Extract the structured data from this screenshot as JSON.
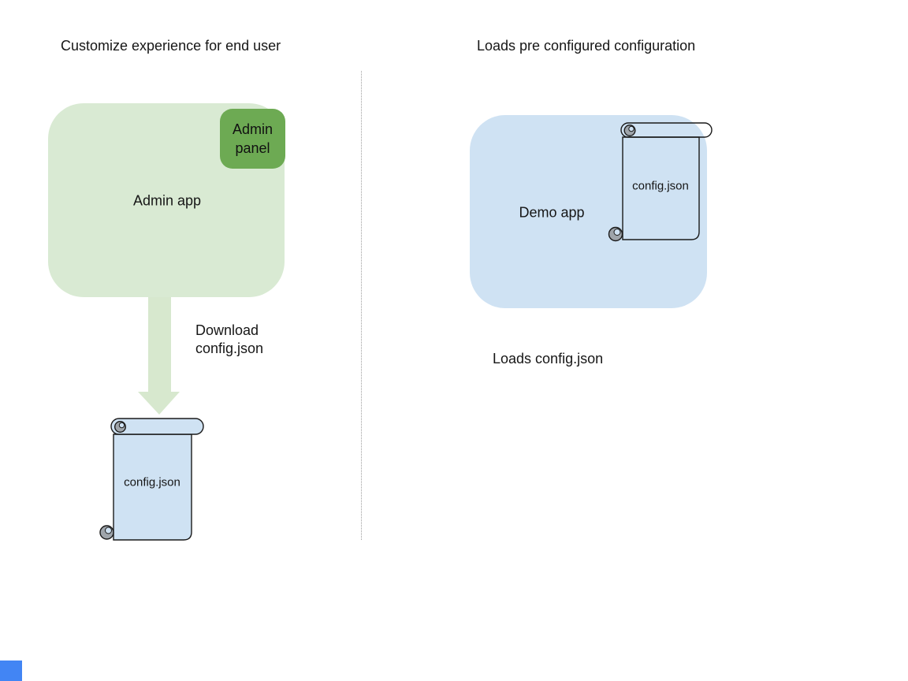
{
  "left": {
    "heading": "Customize experience for end user",
    "admin_app_label": "Admin app",
    "admin_panel_label": "Admin panel",
    "arrow_label": "Download config.json",
    "config_file_label": "config.json"
  },
  "right": {
    "heading": "Loads pre configured configuration",
    "demo_app_label": "Demo app",
    "config_file_label": "config.json",
    "caption": "Loads config.json"
  },
  "icons": {
    "down_arrow": "download-flow-arrow",
    "scroll_left": "config-file-scroll",
    "scroll_right": "config-file-scroll"
  },
  "colors": {
    "admin_app_fill": "#d9ead3",
    "admin_panel_fill": "#6daa53",
    "demo_app_fill": "#cfe2f3",
    "scroll_left_fill": "#cfe2f3",
    "scroll_right_fill": "transparent",
    "scroll_stroke": "#1a1a1a",
    "scroll_curl_fill": "#9fa5ab",
    "arrow_fill": "#d7e8ce",
    "divider_color": "#9e9e9e",
    "text_color": "#161616",
    "corner_square_fill": "#4285f4"
  }
}
